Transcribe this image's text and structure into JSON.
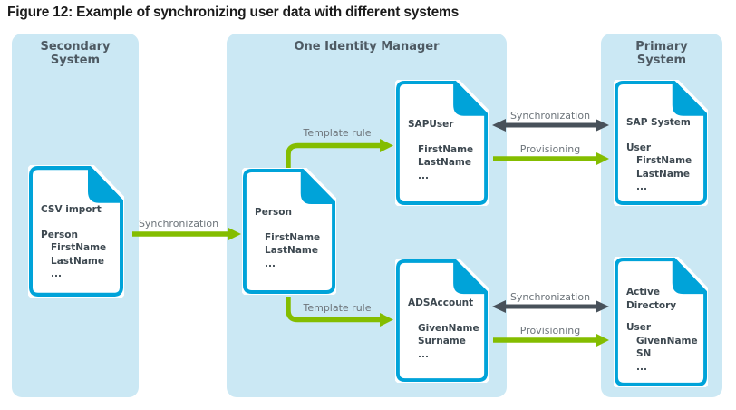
{
  "figure": {
    "title": "Figure 12: Example of synchronizing user data with different systems"
  },
  "panels": {
    "secondary": {
      "label_line1": "Secondary",
      "label_line2": "System"
    },
    "oim": {
      "label": "One Identity Manager"
    },
    "primary": {
      "label_line1": "Primary",
      "label_line2": "System"
    }
  },
  "documents": {
    "csv": {
      "title": "CSV import",
      "lines": [
        "Person",
        "FirstName",
        "LastName",
        "..."
      ]
    },
    "person": {
      "title": "Person",
      "lines": [
        "FirstName",
        "LastName",
        "..."
      ]
    },
    "sapuser": {
      "title": "SAPUser",
      "lines": [
        "FirstName",
        "LastName",
        "..."
      ]
    },
    "adsaccount": {
      "title": "ADSAccount",
      "lines": [
        "GivenName",
        "Surname",
        "..."
      ]
    },
    "sapsystem": {
      "title": "SAP System",
      "lines": [
        "User",
        "FirstName",
        "LastName",
        "..."
      ]
    },
    "activedir": {
      "title": "Active Directory",
      "lines": [
        "User",
        "GivenName",
        "SN",
        "..."
      ]
    }
  },
  "arrow_labels": {
    "csv_sync": "Synchronization",
    "template_top": "Template rule",
    "template_bottom": "Template rule",
    "sync_top": "Synchronization",
    "prov_top": "Provisioning",
    "sync_bottom": "Synchronization",
    "prov_bottom": "Provisioning"
  },
  "colors": {
    "panel_bg": "#cbe8f4",
    "doc_border": "#00a3d9",
    "arrow_green": "#84bd00",
    "arrow_dark": "#48515a",
    "label_gray": "#6e757b",
    "header_text": "#4e5a63",
    "doc_text": "#3d4850"
  }
}
